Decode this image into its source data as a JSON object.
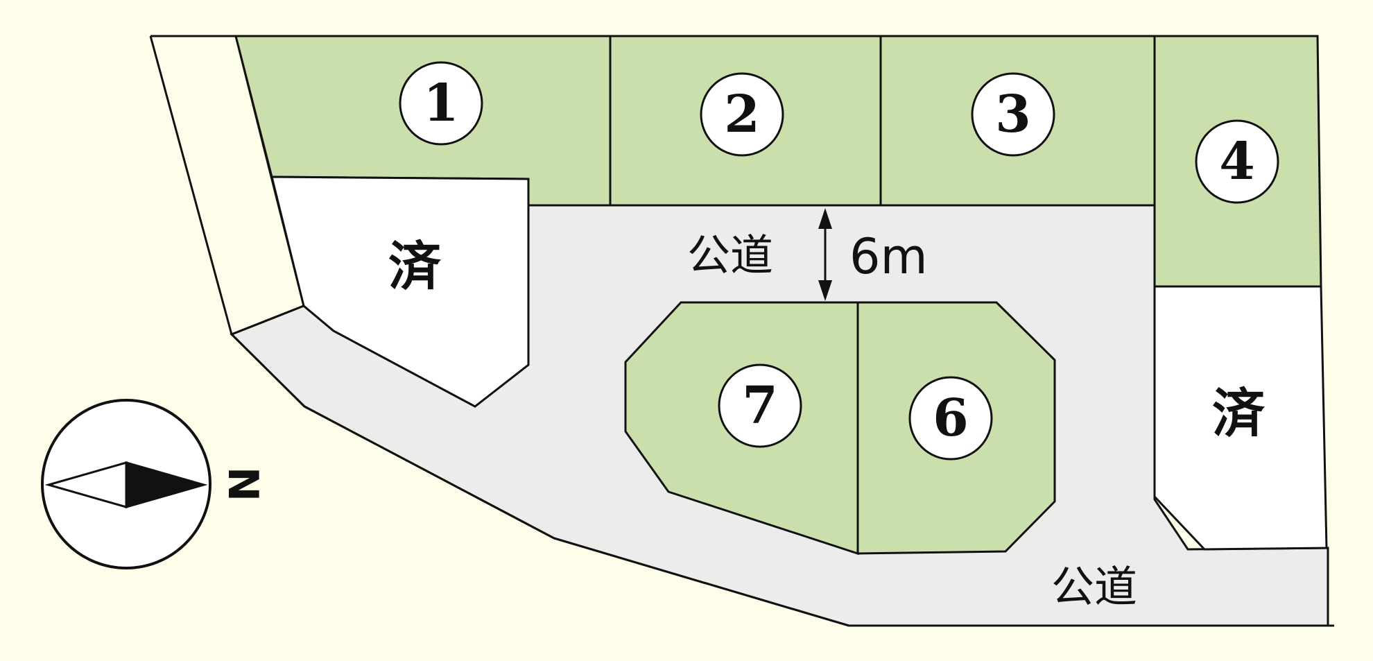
{
  "lots": [
    {
      "id": "lot-1",
      "number": "1",
      "status": "available"
    },
    {
      "id": "lot-2",
      "number": "2",
      "status": "available"
    },
    {
      "id": "lot-3",
      "number": "3",
      "status": "available"
    },
    {
      "id": "lot-4",
      "number": "4",
      "status": "available"
    },
    {
      "id": "lot-6",
      "number": "6",
      "status": "available"
    },
    {
      "id": "lot-7",
      "number": "7",
      "status": "available"
    }
  ],
  "sold_label": "済",
  "road_label": "公道",
  "road_width": "6m",
  "north_label": "N",
  "colors": {
    "available_lot": "#cbdfad",
    "sold_lot": "#ffffff",
    "road": "#ececea",
    "background": "#fdfdea"
  },
  "icons": [
    "north-arrow-icon",
    "double-arrow-icon"
  ]
}
